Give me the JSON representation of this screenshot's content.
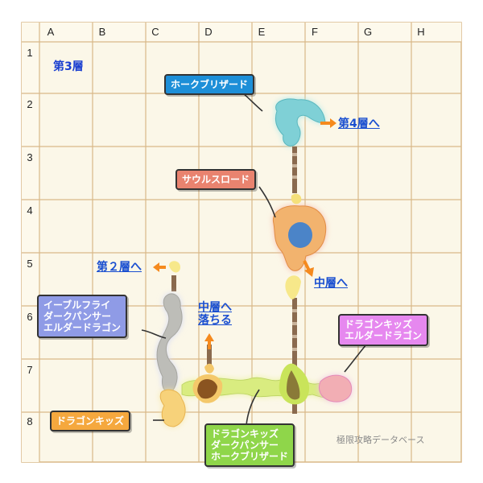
{
  "grid": {
    "columns": [
      "A",
      "B",
      "C",
      "D",
      "E",
      "F",
      "G",
      "H"
    ],
    "rows": [
      "1",
      "2",
      "3",
      "4",
      "5",
      "6",
      "7",
      "8"
    ]
  },
  "floor_title": "第3層",
  "links": {
    "to_floor4": "第4層へ",
    "to_floor2": "第２層へ",
    "to_middle": "中層へ",
    "fall_to_middle": "中層へ\n落ちる"
  },
  "monster_labels": {
    "hawk_blizzard": "ホークブリザード",
    "saurus_lord": "サウルスロード",
    "ibble_group": "イーブルフライ\nダークパンサー\nエルダードラゴン",
    "dragon_kids_elder": "ドラゴンキッズ\nエルダードラゴン",
    "dragon_kids": "ドラゴンキッズ",
    "bottom_group": "ドラゴンキッズ\nダークパンサー\nホークブリザード"
  },
  "watermark": "極限攻略データベース",
  "colors": {
    "grid_bg": "#fbf7e8",
    "grid_line": "#d9b888",
    "label_blue": "#1d8fd8",
    "label_salmon": "#e9836f",
    "label_lavender": "#8f9be6",
    "label_pink": "#e688ef",
    "label_orange": "#f5a83e",
    "label_green": "#8fd64a",
    "arrow_orange": "#f58a1e",
    "link_blue": "#1a4fd0"
  }
}
